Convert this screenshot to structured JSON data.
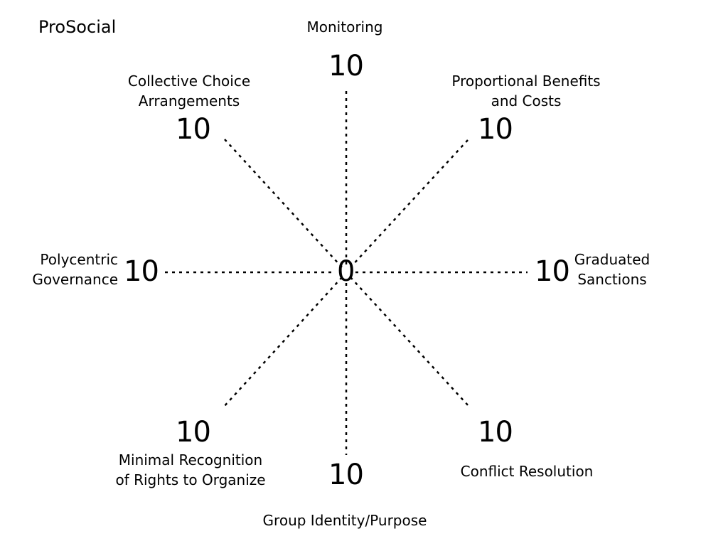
{
  "title": "ProSocial",
  "center_value": "0",
  "axes": [
    {
      "id": "monitoring",
      "lines": [
        "Monitoring"
      ],
      "max_value": "10"
    },
    {
      "id": "proportional",
      "lines": [
        "Proportional Benefits",
        "and Costs"
      ],
      "max_value": "10"
    },
    {
      "id": "graduated",
      "lines": [
        "Graduated",
        "Sanctions"
      ],
      "max_value": "10"
    },
    {
      "id": "conflict",
      "lines": [
        "Conflict Resolution"
      ],
      "max_value": "10"
    },
    {
      "id": "group",
      "lines": [
        "Group Identity/Purpose"
      ],
      "max_value": "10"
    },
    {
      "id": "minimal",
      "lines": [
        "Minimal Recognition",
        "of Rights to Organize"
      ],
      "max_value": "10"
    },
    {
      "id": "polycentric",
      "lines": [
        "Polycentric",
        "Governance"
      ],
      "max_value": "10"
    },
    {
      "id": "collective",
      "lines": [
        "Collective Choice",
        "Arrangements"
      ],
      "max_value": "10"
    }
  ]
}
